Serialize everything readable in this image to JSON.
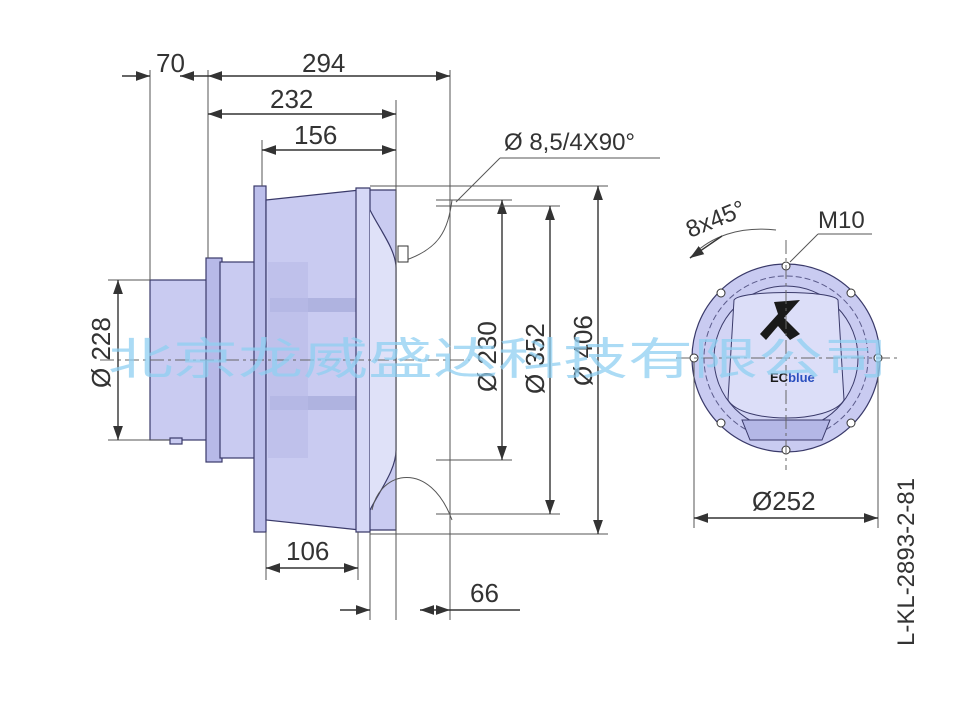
{
  "drawing": {
    "side_view": {
      "dims": {
        "d70": "70",
        "d294": "294",
        "d232": "232",
        "d156": "156",
        "d106": "106",
        "d66": "66",
        "hole_spec": "Ø 8,5/4X90°",
        "dia228": "Ø 228",
        "dia230": "Ø 230",
        "dia352": "Ø 352",
        "dia406": "Ø 406"
      }
    },
    "front_view": {
      "dims": {
        "angle": "8x45°",
        "thread": "M10",
        "dia252": "Ø252"
      },
      "brand": {
        "prefix": "EC",
        "suffix": "blue"
      }
    },
    "drawing_number": "L-KL-2893-2-81",
    "watermark": "北京龙威盛达科技有限公司"
  },
  "colors": {
    "housing_fill": "#c9cbf1",
    "housing_dark": "#a9acdc",
    "brand_ec": "#1a1a1a",
    "brand_blue": "#2a4fbf",
    "watermark": "#8fd0f2"
  }
}
